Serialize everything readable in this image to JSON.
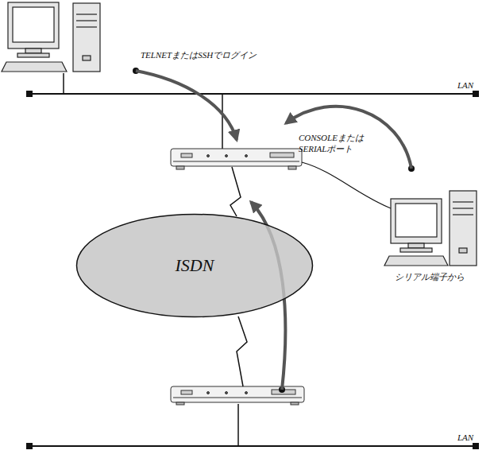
{
  "diagram": {
    "nodes": [
      {
        "text": [
          "ISDN"
        ]
      }
    ],
    "labels": [
      "TELNETまたはSSHでログイン",
      "LAN",
      "CONSOLEまたは SERIALポート",
      "シリアル端子から",
      "LAN"
    ]
  }
}
